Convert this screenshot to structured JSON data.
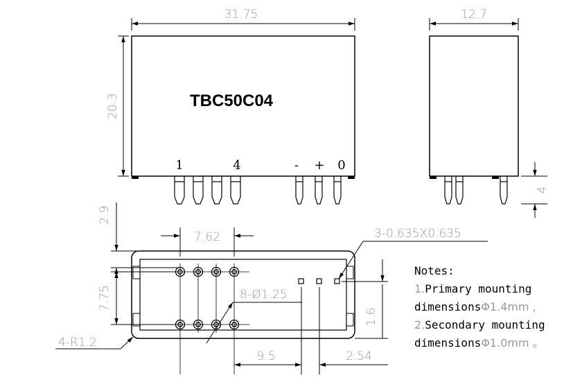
{
  "part_number": "TBC50C04",
  "front_view": {
    "width_dim": "31.75",
    "height_dim": "20.3",
    "pin_labels": [
      "1",
      "4",
      "-",
      "+",
      "0"
    ]
  },
  "side_view": {
    "width_dim": "12.7",
    "pin_length_dim": "4"
  },
  "bottom_view": {
    "offset_dim": "2.9",
    "pitch_dim": "7.62",
    "pad_dim": "3-0.635X0.635",
    "row_spacing_dim": "7.75",
    "hole_dim": "8-Ø1.25",
    "corner_radius_dim": "4-R1.2",
    "signal_offset_dim": "1.6",
    "spacing_dim_a": "9.5",
    "spacing_dim_b": "2.54"
  },
  "notes": {
    "heading": "Notes:",
    "line1_index": "1.",
    "line1_text": "Primary mounting",
    "line2_prefix": "dimensions",
    "line2_value": "Φ1.4mm ,",
    "line3_index": "2.",
    "line3_text": "Secondary mounting",
    "line4_prefix": "dimensions",
    "line4_value": "Φ1.0mm 。"
  },
  "colors": {
    "outline": "#000000",
    "dimension": "#9a9a9a"
  }
}
